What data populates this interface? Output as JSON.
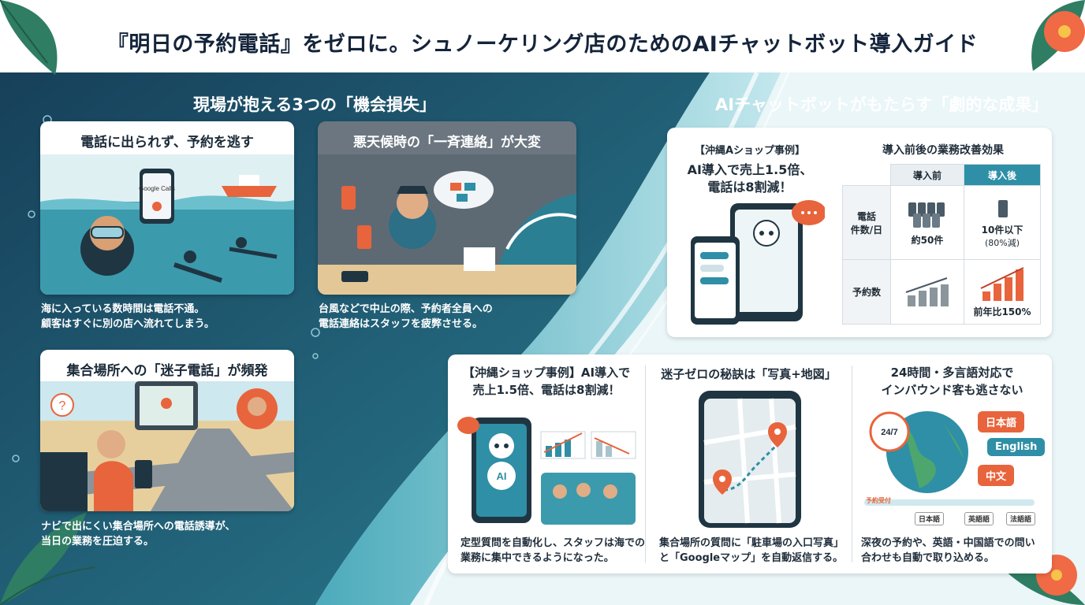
{
  "title": "『明日の予約電話』をゼロに。シュノーケリング店のためのAIチャットボット導入ガイド",
  "left_section": {
    "heading": "現場が抱える3つの「機会損失」",
    "cards": [
      {
        "title": "電話に出られず、予約を逃す",
        "caption_line1": "海に入っている数時間は電話不通。",
        "caption_line2": "顧客はすぐに別の店へ流れてしまう。"
      },
      {
        "title": "悪天候時の「一斉連絡」が大変",
        "caption_line1": "台風などで中止の際、予約者全員への",
        "caption_line2": "電話連絡はスタッフを疲弊させる。"
      },
      {
        "title": "集合場所への「迷子電話」が頻発",
        "caption_line1": "ナビで出にくい集合場所への電話誘導が、",
        "caption_line2": "当日の業務を圧迫する。"
      }
    ],
    "phone_screen_label": "Google Calls"
  },
  "right_section": {
    "heading": "AIチャットボットがもたらす「劇的な成果」",
    "case": {
      "label": "【沖縄Aショップ事例】",
      "line1": "AI導入で売上1.5倍、",
      "line2": "電話は8割減！"
    },
    "comparison": {
      "title": "導入前後の業務改善効果",
      "col_before": "導入前",
      "col_after": "導入後",
      "row1_label_line1": "電話",
      "row1_label_line2": "件数/日",
      "row1_before": "約50件",
      "row1_after_line1": "10件以下",
      "row1_after_line2": "(80%減)",
      "row2_label": "予約数",
      "row2_after": "前年比150%"
    },
    "panels": [
      {
        "title_line1": "【沖縄ショップ事例】AI導入で",
        "title_line2": "売上1.5倍、電話は8割減！",
        "bot_label": "AI",
        "caption_line1": "定型質問を自動化し、スタッフは海での",
        "caption_line2": "業務に集中できるようになった。"
      },
      {
        "title": "迷子ゼロの秘訣は「写真+地図」",
        "caption_line1": "集合場所の質問に「駐車場の入口写真」",
        "caption_line2": "と「Googleマップ」を自動返信する。"
      },
      {
        "title_line1": "24時間・多言語対応で",
        "title_line2": "インバウンド客も逃さない",
        "clock_label": "24/7",
        "languages": [
          "日本語",
          "English",
          "中文"
        ],
        "timeline_label": "予約受付",
        "timeline_tags": [
          "日本語",
          "英語語",
          "法語語"
        ],
        "caption_line1": "深夜の予約や、英語・中国語での問い",
        "caption_line2": "合わせも自動で取り込める。"
      }
    ]
  },
  "colors": {
    "deep_teal": "#1c4d63",
    "mid_teal": "#2b7f93",
    "light_aqua": "#cfe9ee",
    "accent_orange": "#e8643c",
    "accent_blue": "#2e8fa6"
  }
}
